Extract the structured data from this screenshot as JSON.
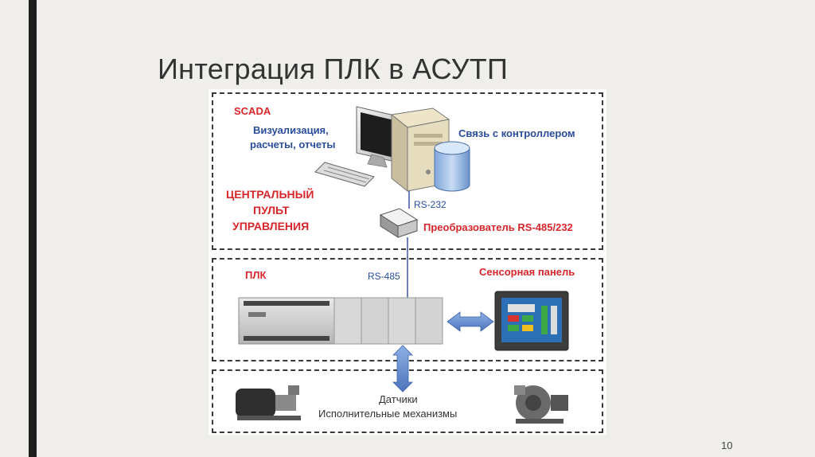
{
  "slide": {
    "title": "Интеграция ПЛК в АСУТП",
    "page_number": "10"
  },
  "diagram": {
    "top": {
      "scada": "SCADA",
      "vis_line1": "Визуализация,",
      "vis_line2": "расчеты, отчеты",
      "link_ctrl": "Связь с контроллером",
      "central_1": "ЦЕНТРАЛЬНЫЙ",
      "central_2": "ПУЛЬТ",
      "central_3": "УПРАВЛЕНИЯ",
      "rs232": "RS-232",
      "converter": "Преобразователь RS-485/232"
    },
    "middle": {
      "plc": "ПЛК",
      "rs485": "RS-485",
      "touch_panel": "Сенсорная панель"
    },
    "bottom": {
      "sensors": "Датчики",
      "actuators": "Исполнительные механизмы"
    }
  },
  "colors": {
    "red_label": "#d8262a",
    "blue_label": "#2a4d9c",
    "arrow_blue": "#5f86c8"
  }
}
